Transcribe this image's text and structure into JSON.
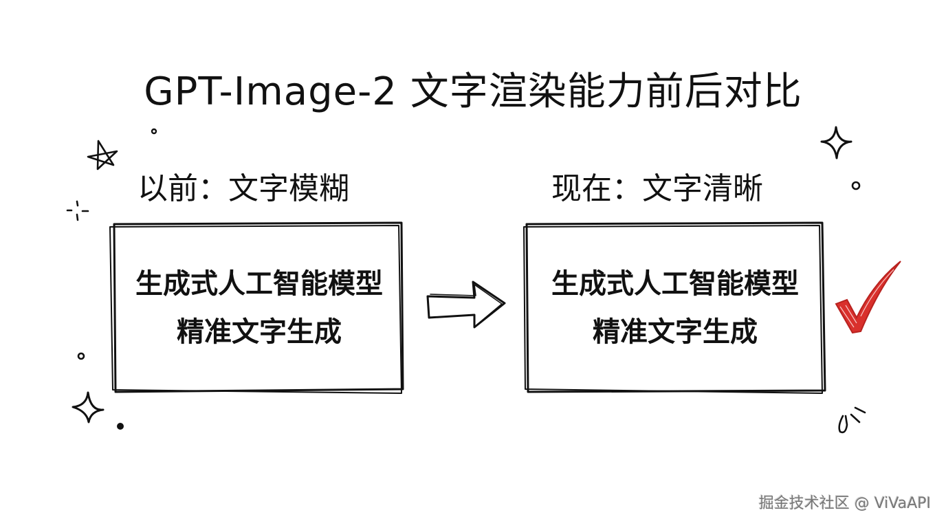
{
  "title": "GPT-Image-2 文字渲染能力前后对比",
  "before": {
    "label": "以前：文字模糊",
    "lines": [
      "生成式人工智能模型",
      "精准文字生成"
    ],
    "state": "blurry"
  },
  "after": {
    "label": "现在：文字清晰",
    "lines": [
      "生成式人工智能模型",
      "精准文字生成"
    ],
    "state": "clear"
  },
  "arrow_icon": "right-arrow-icon",
  "check_icon": "checkmark-icon",
  "decorations": [
    "star-icon",
    "sparkle-icon",
    "dot-icon",
    "circle-icon",
    "motion-lines-icon"
  ],
  "watermark": "掘金技术社区 @ ViVaAPI",
  "colors": {
    "ink": "#111111",
    "check": "#d9302c",
    "watermark": "#777777",
    "background": "#ffffff"
  }
}
